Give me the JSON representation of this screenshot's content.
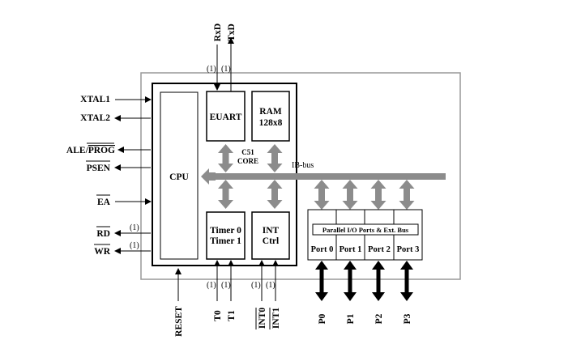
{
  "left_pins": {
    "xtal1": "XTAL1",
    "xtal2": "XTAL2",
    "ale": "ALE/",
    "prog": "PROG",
    "psen": "PSEN",
    "ea": "EA",
    "rd": "RD",
    "wr": "WR"
  },
  "top_pins": {
    "rxd": "RxD",
    "txd": "TxD"
  },
  "bottom_pins": {
    "reset": "RESET",
    "t0": "T0",
    "t1": "T1",
    "int0": "INT0",
    "int1": "INT1",
    "p0": "P0",
    "p1": "P1",
    "p2": "P2",
    "p3": "P3"
  },
  "footnote_marker": "(1)",
  "blocks": {
    "cpu": "CPU",
    "euart": "EUART",
    "ram_line1": "RAM",
    "ram_line2": "128x8",
    "core_line1": "C51",
    "core_line2": "CORE",
    "ibbus": "IB-bus",
    "timer_line1": "Timer 0",
    "timer_line2": "Timer 1",
    "int_line1": "INT",
    "int_line2": "Ctrl",
    "parallel_io": "Parallel I/O Ports & Ext. Bus",
    "port0": "Port 0",
    "port1": "Port 1",
    "port2": "Port 2",
    "port3": "Port 3"
  },
  "colors": {
    "bus_gray": "#8c8c8c",
    "outer_border": "#999999",
    "line": "#000000"
  }
}
